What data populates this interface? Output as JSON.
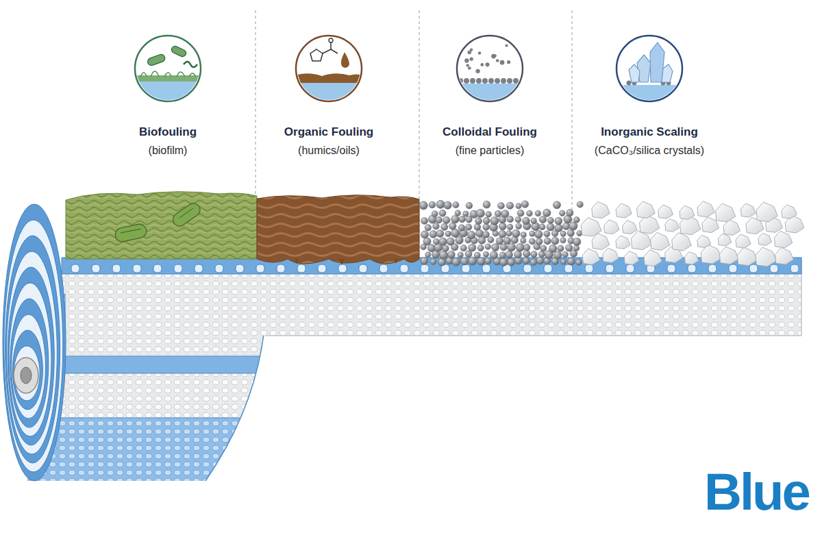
{
  "diagram": {
    "nodes": [
      {
        "text": [
          "Biofouling",
          "(biofilm)"
        ]
      },
      {
        "text": [
          "Organic Fouling",
          "(humics/oils)"
        ]
      },
      {
        "text": [
          "Colloidal Fouling",
          "(fine particles)"
        ]
      },
      {
        "text": [
          "Inorganic Scaling",
          "(CaCO₃/silica crystals)"
        ]
      }
    ],
    "labels": [
      "Blue"
    ]
  }
}
